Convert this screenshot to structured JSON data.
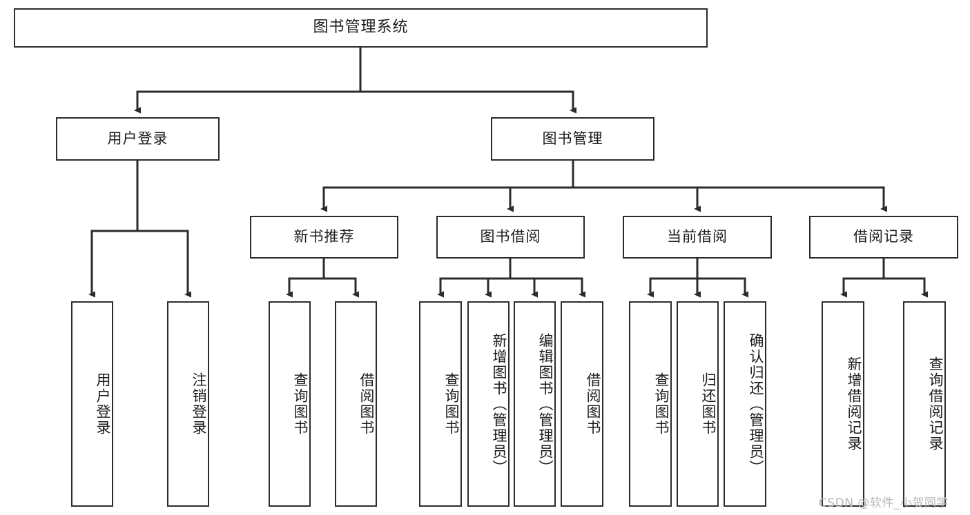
{
  "diagram": {
    "type": "tree",
    "title": "图书管理系统",
    "root": {
      "label": "图书管理系统"
    },
    "level2": [
      {
        "label": "用户登录"
      },
      {
        "label": "图书管理"
      }
    ],
    "level3": [
      {
        "label": "新书推荐"
      },
      {
        "label": "图书借阅"
      },
      {
        "label": "当前借阅"
      },
      {
        "label": "借阅记录"
      }
    ],
    "leaves": {
      "user_login": [
        {
          "label": "用户登录"
        },
        {
          "label": "注销登录"
        }
      ],
      "new_book_recommend": [
        {
          "label": "查询图书"
        },
        {
          "label": "借阅图书"
        }
      ],
      "book_borrow": [
        {
          "label": "查询图书"
        },
        {
          "label": "新增图书（管理员）"
        },
        {
          "label": "编辑图书（管理员）"
        },
        {
          "label": "借阅图书"
        }
      ],
      "current_borrow": [
        {
          "label": "查询图书"
        },
        {
          "label": "归还图书"
        },
        {
          "label": "确认归还（管理员）"
        }
      ],
      "borrow_records": [
        {
          "label": "新增借阅记录"
        },
        {
          "label": "查询借阅记录"
        }
      ]
    },
    "watermark": "CSDN @软件_小贺同学",
    "colors": {
      "stroke": "#2b2b2b",
      "fill": "#ffffff",
      "text": "#1b1b1b",
      "watermark": "#b6b6b6"
    }
  }
}
